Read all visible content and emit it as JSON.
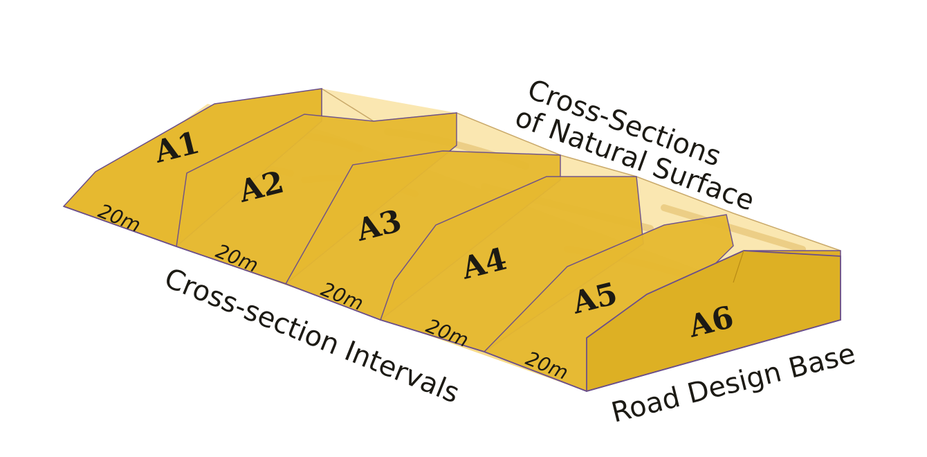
{
  "colors": {
    "section_face": "#e6b930",
    "section_face_front": "#ddb024",
    "base_surface": "#fbe4a6",
    "top_surface": "#f6d471",
    "outline": "#6b4f8a",
    "text": "#1c1a14"
  },
  "sections": [
    {
      "label": "A1"
    },
    {
      "label": "A2"
    },
    {
      "label": "A3"
    },
    {
      "label": "A4"
    },
    {
      "label": "A5"
    },
    {
      "label": "A6"
    }
  ],
  "intervals": [
    {
      "label": "20m"
    },
    {
      "label": "20m"
    },
    {
      "label": "20m"
    },
    {
      "label": "20m"
    },
    {
      "label": "20m"
    }
  ],
  "captions": {
    "natural_surface_line1": "Cross-Sections",
    "natural_surface_line2": "of Natural Surface",
    "intervals": "Cross-section Intervals",
    "road_base": "Road Design Base"
  }
}
